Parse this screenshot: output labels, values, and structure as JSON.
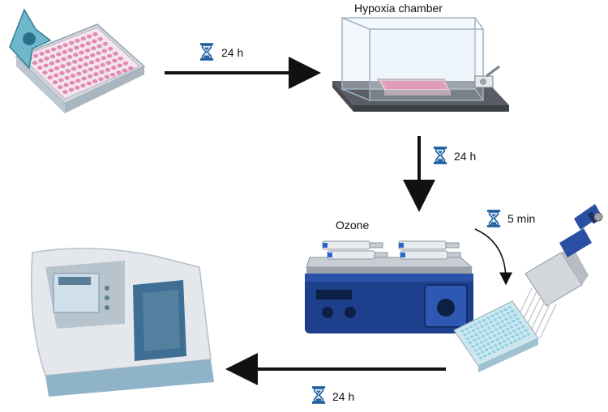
{
  "steps": {
    "hypoxia": {
      "label": "Hypoxia chamber"
    },
    "ozone": {
      "label": "Ozone"
    }
  },
  "timings": {
    "t1": "24 h",
    "t2": "24 h",
    "t3": "5 min",
    "t4": "24 h"
  },
  "icons": {
    "hourglass": "hourglass-icon",
    "cell": "cell-icon",
    "well_plate": "well-plate-icon",
    "chamber": "hypoxia-chamber-icon",
    "shaker": "shaker-icon",
    "pipette": "multichannel-pipette-icon",
    "spectrophotometer": "spectrophotometer-icon"
  },
  "colors": {
    "arrow": "#111111",
    "hourglass": "#1f5f9f",
    "plate_wells_pink": "#e28ab0",
    "plate_wells_blue": "#8ed2e6",
    "shaker_body": "#1e3f8c",
    "chamber_base": "#4a4a4a"
  }
}
